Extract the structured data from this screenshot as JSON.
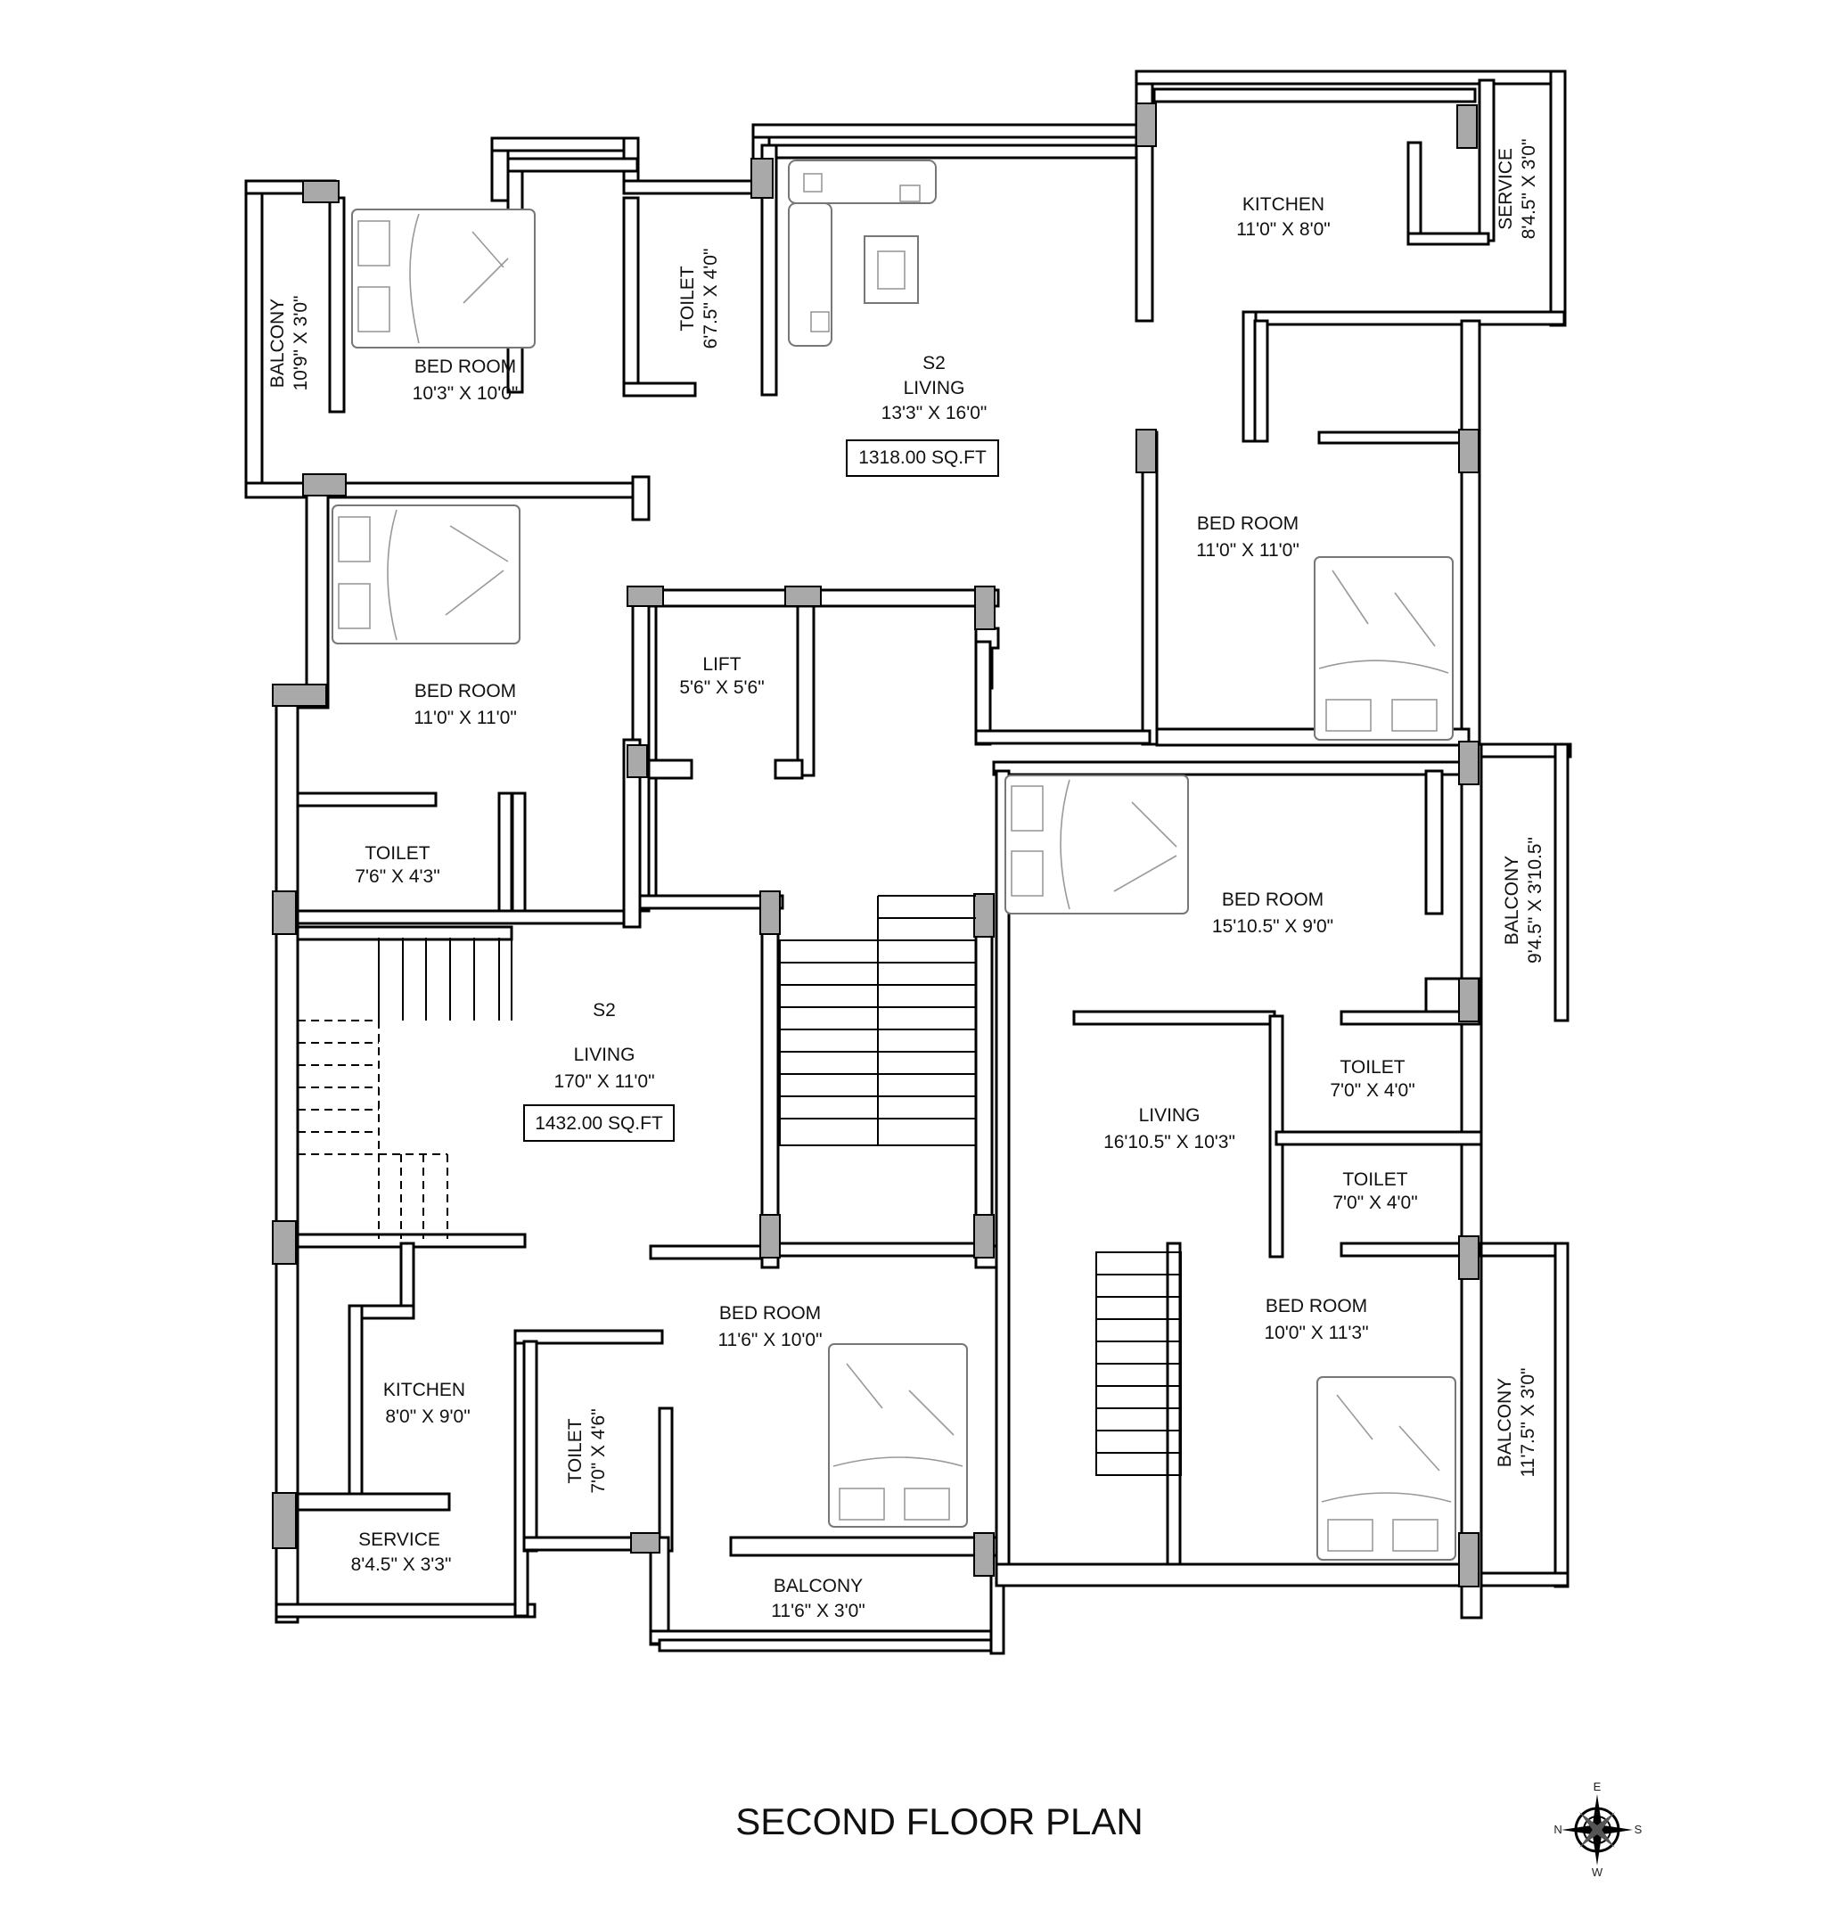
{
  "plan": {
    "title": "SECOND FLOOR PLAN",
    "rooms": {
      "balcony_nw": {
        "name": "BALCONY",
        "size": "10'9\" X 3'0\""
      },
      "bed_nw": {
        "name": "BED ROOM",
        "size": "10'3\" X 10'0\""
      },
      "toilet_n": {
        "name": "TOILET",
        "size": "6'7.5\" X 4'0\""
      },
      "living_ne_unit": {
        "unit": "S2",
        "name": "LIVING",
        "size": "13'3\" X 16'0\"",
        "area": "1318.00 SQ.FT"
      },
      "kitchen_ne": {
        "name": "KITCHEN",
        "size": "11'0\" X 8'0\""
      },
      "service_ne": {
        "name": "SERVICE",
        "size": "8'4.5\" X 3'0\""
      },
      "bed_w": {
        "name": "BED ROOM",
        "size": "11'0\" X 11'0\""
      },
      "lift": {
        "name": "LIFT",
        "size": "5'6\" X 5'6\""
      },
      "bed_e": {
        "name": "BED ROOM",
        "size": "11'0\" X 11'0\""
      },
      "toilet_w": {
        "name": "TOILET",
        "size": "7'6\" X 4'3\""
      },
      "living_sw_unit": {
        "unit": "S2",
        "name": "LIVING",
        "size": "170\" X 11'0\"",
        "area": "1432.00 SQ.FT"
      },
      "bed_e2": {
        "name": "BED ROOM",
        "size": "15'10.5\" X 9'0\""
      },
      "balcony_e": {
        "name": "BALCONY",
        "size": "9'4.5\" X 3'10.5\""
      },
      "toilet_e1": {
        "name": "TOILET",
        "size": "7'0\" X 4'0\""
      },
      "living_se": {
        "name": "LIVING",
        "size": "16'10.5\" X 10'3\""
      },
      "toilet_e2": {
        "name": "TOILET",
        "size": "7'0\" X 4'0\""
      },
      "bed_s": {
        "name": "BED ROOM",
        "size": "11'6\" X 10'0\""
      },
      "bed_se": {
        "name": "BED ROOM",
        "size": "10'0\" X 11'3\""
      },
      "kitchen_sw": {
        "name": "KITCHEN",
        "size": "8'0\" X 9'0\""
      },
      "toilet_s": {
        "name": "TOILET",
        "size": "7'0\" X 4'6\""
      },
      "balcony_se": {
        "name": "BALCONY",
        "size": "11'7.5\" X 3'0\""
      },
      "service_sw": {
        "name": "SERVICE",
        "size": "8'4.5\" X 3'3\""
      },
      "balcony_s": {
        "name": "BALCONY",
        "size": "11'6\" X 3'0\""
      }
    },
    "compass": {
      "n": "N",
      "s": "S",
      "e": "E",
      "w": "W"
    }
  }
}
